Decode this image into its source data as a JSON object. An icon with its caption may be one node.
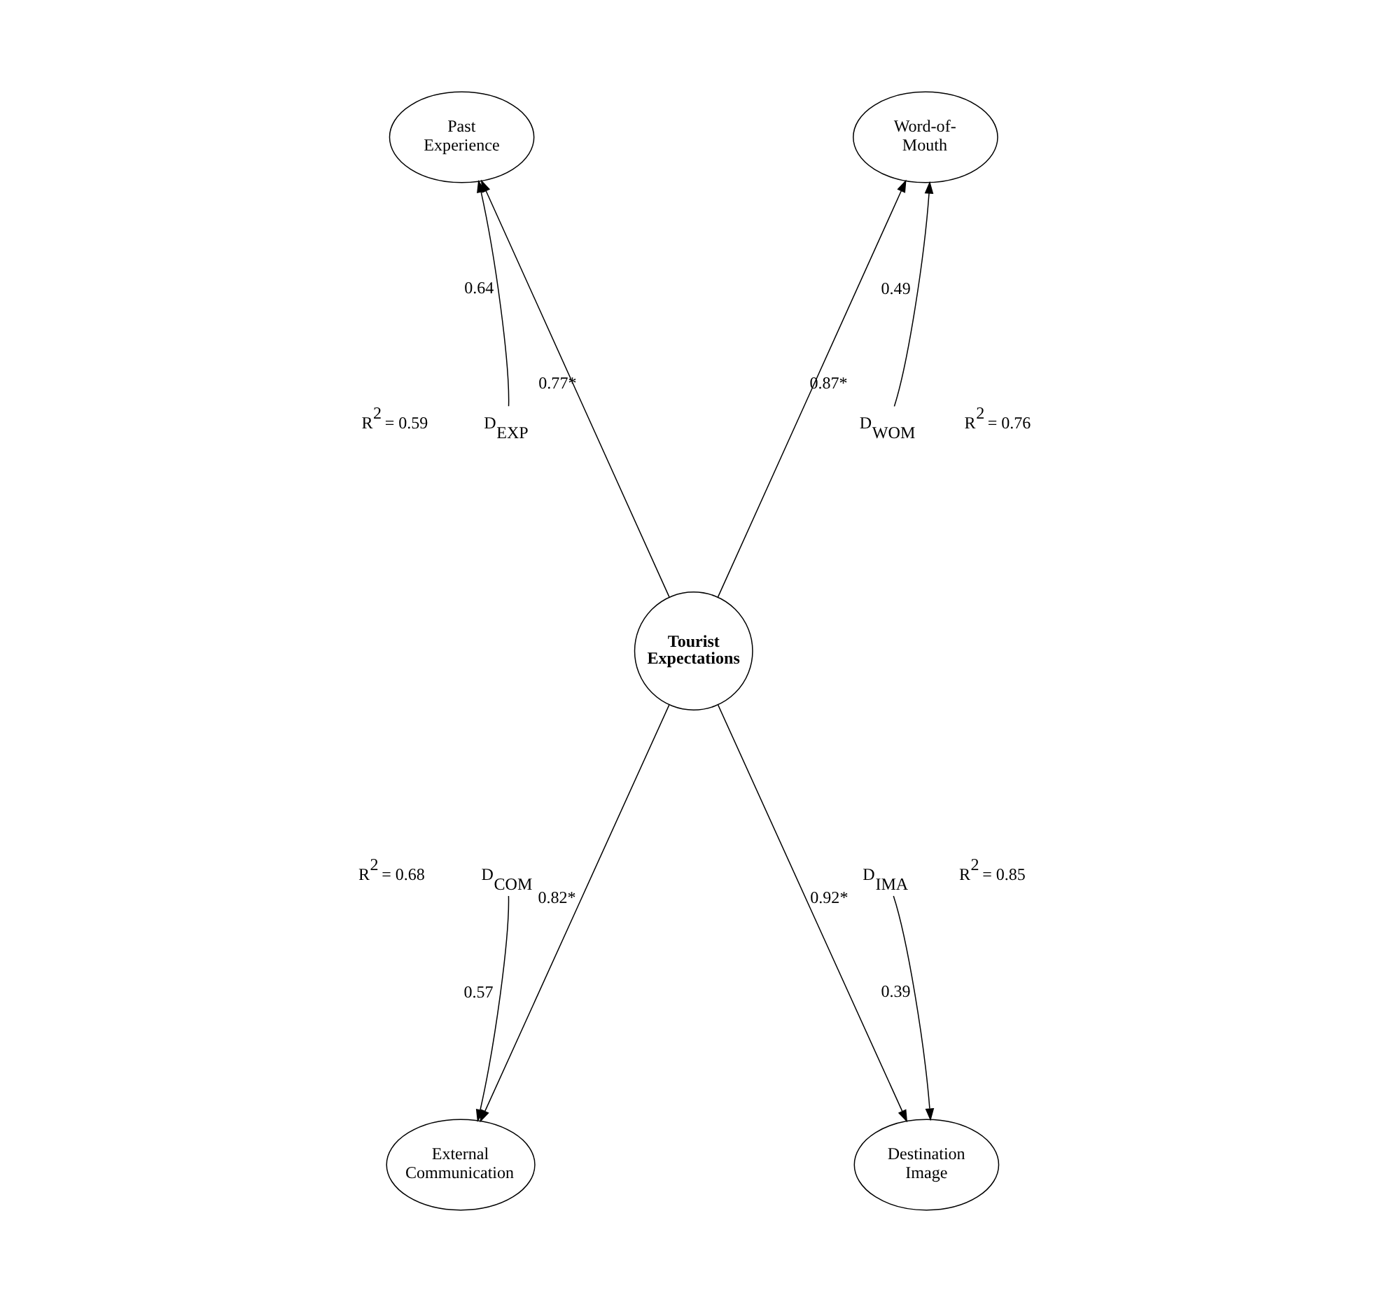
{
  "diagram": {
    "nodes": [
      {
        "text": [
          "Past Experience"
        ]
      },
      {
        "text": [
          "Word-of-Mouth"
        ]
      },
      {
        "text": [
          "D$_{EXP}$"
        ]
      },
      {
        "text": [
          "D$_{WOM}$"
        ]
      },
      {
        "text": [
          "Tourist Expectations"
        ]
      },
      {
        "text": [
          "D$_{COM}$"
        ]
      },
      {
        "text": [
          "D$_{IMA}$"
        ]
      },
      {
        "text": [
          "External Communication"
        ]
      },
      {
        "text": [
          "Destination Image"
        ]
      }
    ],
    "edges": [
      {
        "from": 4,
        "to": 0,
        "arrow": "to",
        "label": "0.77*"
      },
      {
        "from": 4,
        "to": 1,
        "arrow": "to",
        "label": "0.87*"
      },
      {
        "from": 4,
        "to": 7,
        "arrow": "to",
        "label": "0.82*"
      },
      {
        "from": 4,
        "to": 8,
        "arrow": "to",
        "label": "0.92*"
      },
      {
        "from": 2,
        "to": 0,
        "arrow": "to",
        "label": "0.64"
      },
      {
        "from": 3,
        "to": 1,
        "arrow": "to",
        "label": "0.49"
      },
      {
        "from": 5,
        "to": 7,
        "arrow": "to",
        "label": "0.57"
      },
      {
        "from": 6,
        "to": 8,
        "arrow": "to",
        "label": "0.39"
      }
    ],
    "labels": [
      "R$^{2}$ = 0.59",
      "R$^{2}$ = 0.76",
      "R$^{2}$ = 0.68",
      "R$^{2}$ = 0.85"
    ]
  }
}
